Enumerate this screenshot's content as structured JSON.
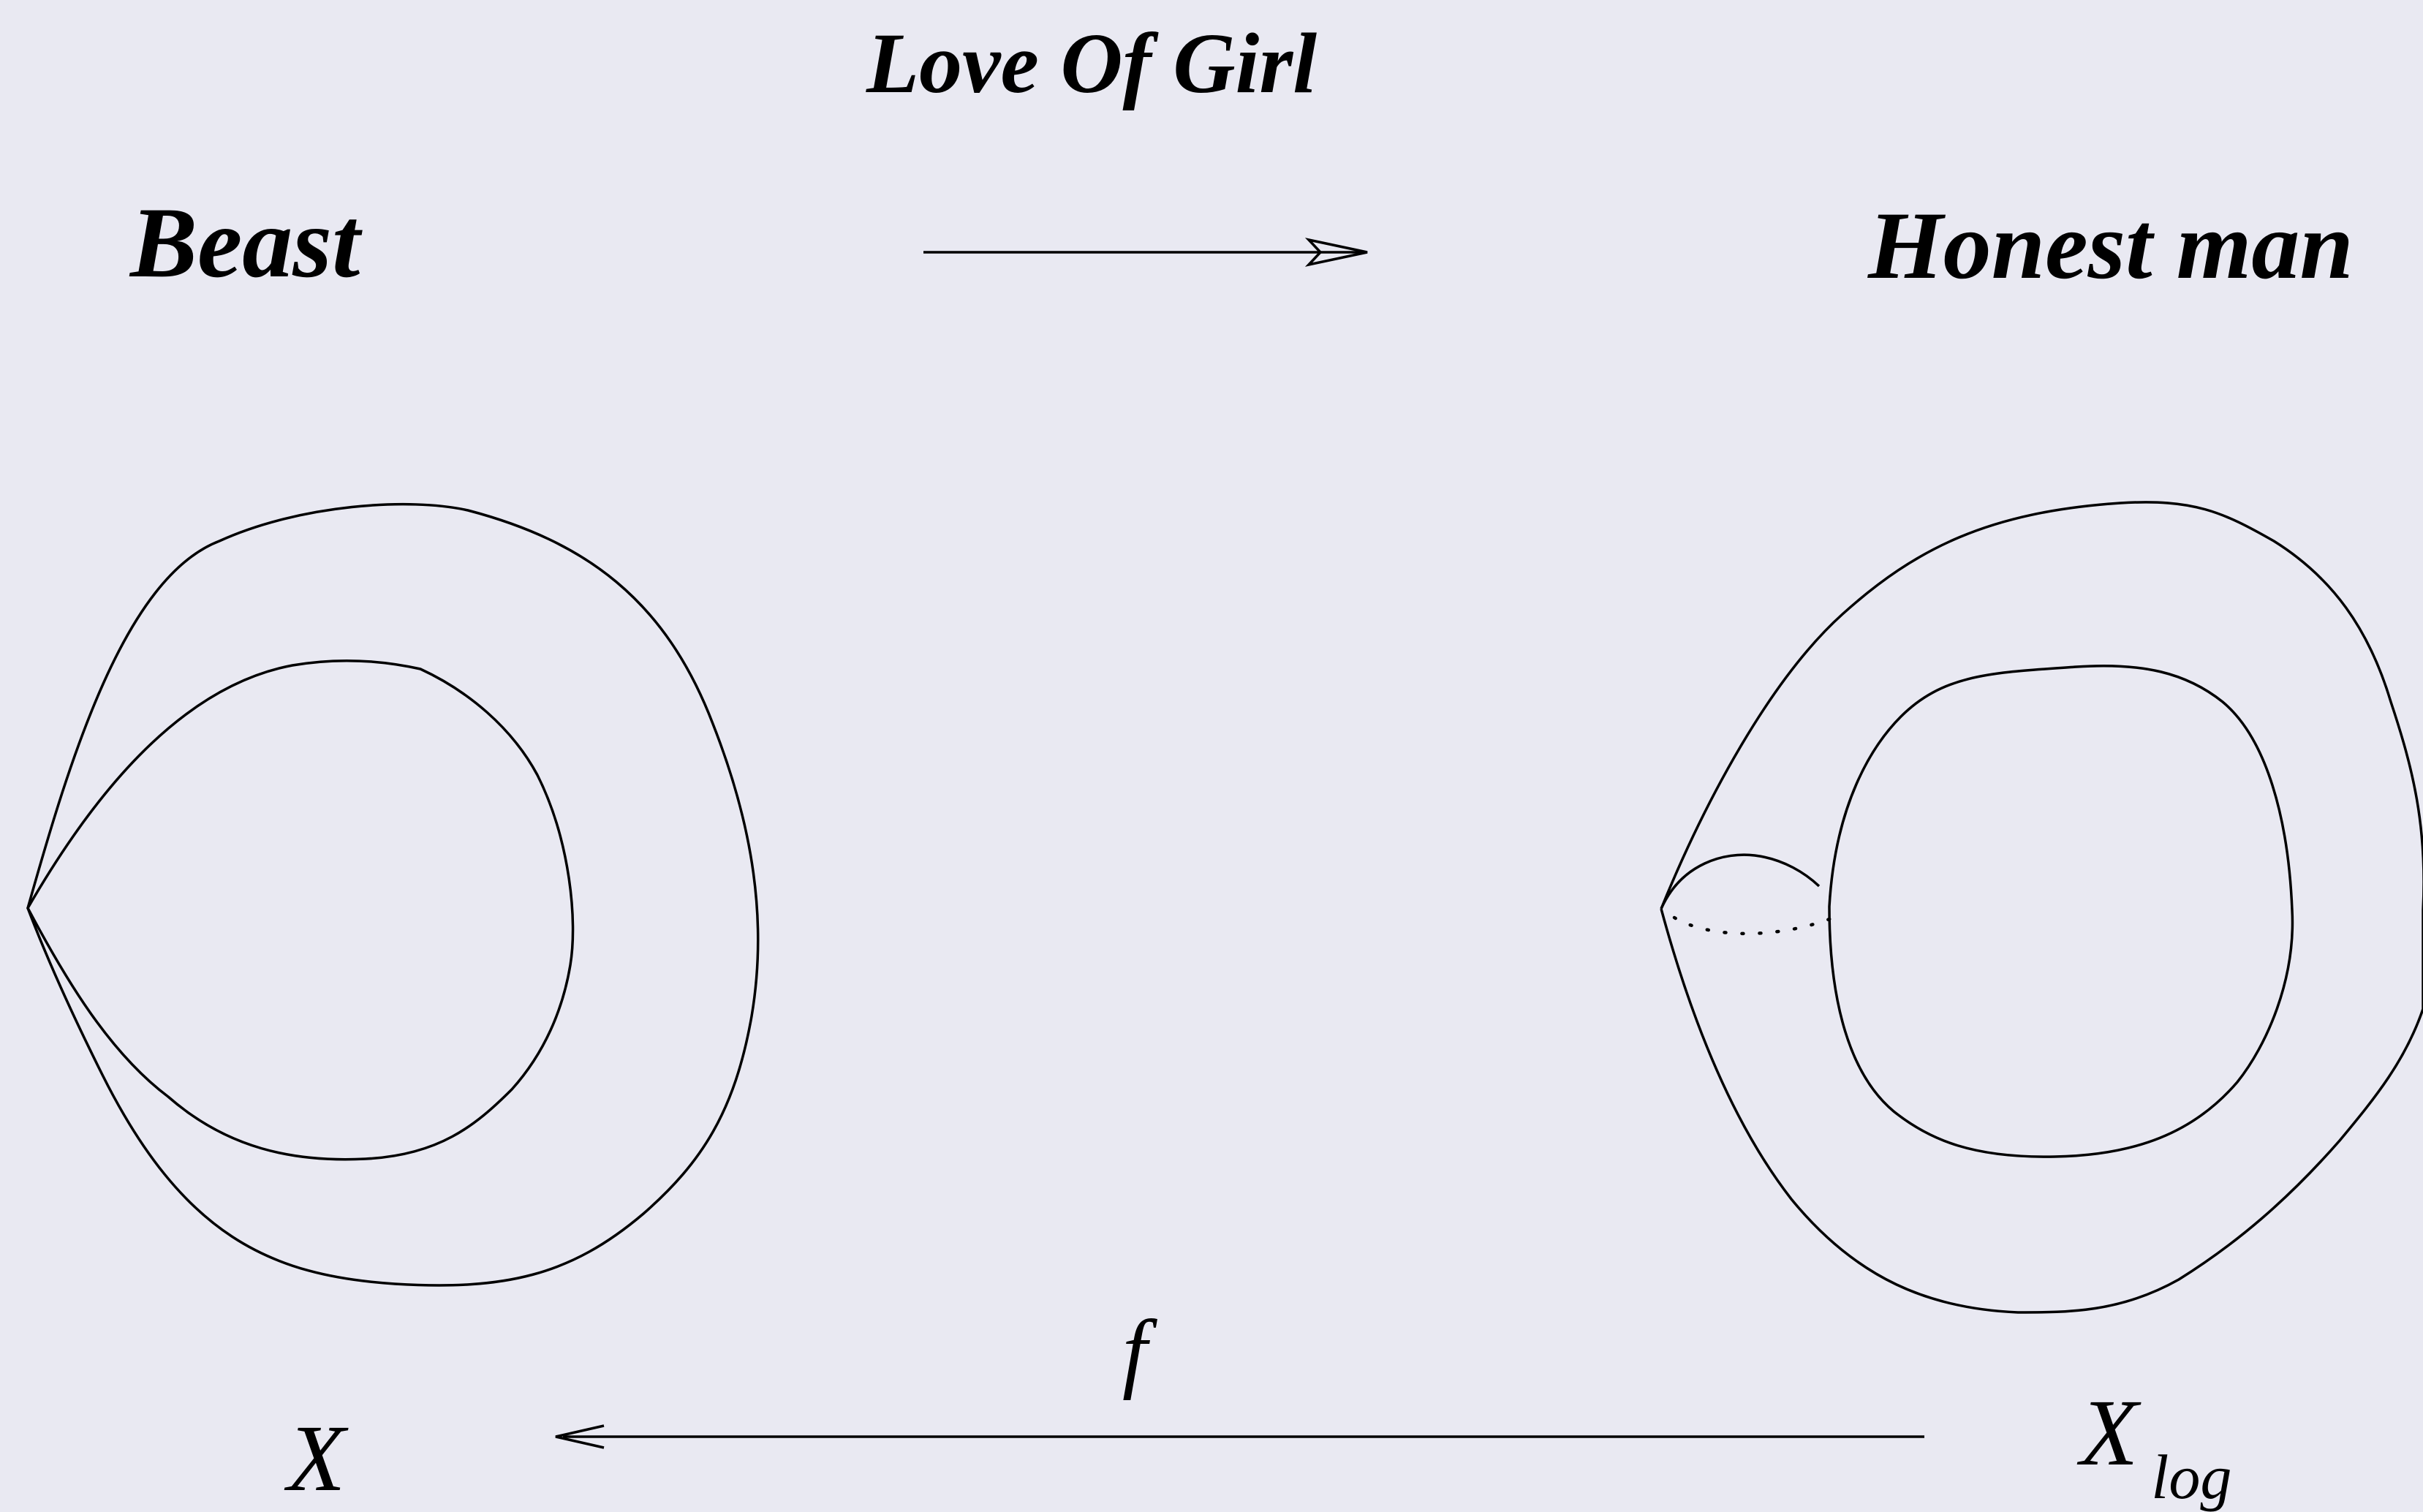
{
  "background_color": "#e9e9f2",
  "stroke_color": "#000000",
  "labels": {
    "title": "Love Of Girl",
    "left_title": "Beast",
    "right_title": "Honest man",
    "map": "f",
    "source_space": "X",
    "target_space_main": "X",
    "target_space_sub": "log"
  }
}
